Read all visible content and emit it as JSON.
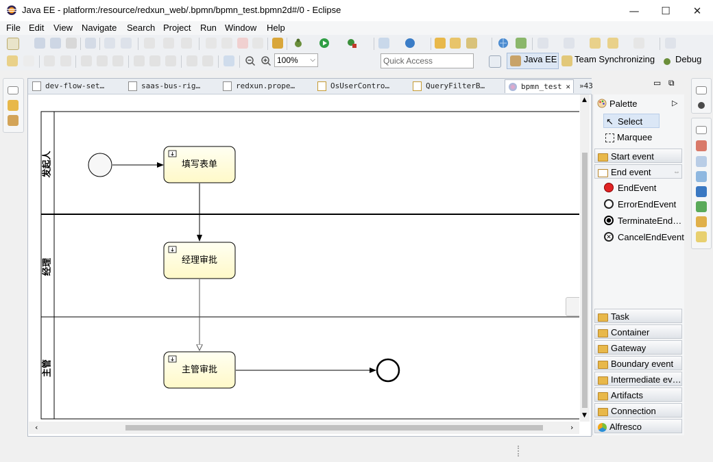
{
  "window": {
    "title": "Java EE - platform:/resource/redxun_web/.bpmn/bpmn_test.bpmn2d#/0 - Eclipse",
    "minimize": "—",
    "maximize": "☐",
    "close": "✕"
  },
  "menu": [
    "File",
    "Edit",
    "View",
    "Navigate",
    "Search",
    "Project",
    "Run",
    "Window",
    "Help"
  ],
  "toolbar": {
    "zoom_value": "100%",
    "quick_access_placeholder": "Quick Access"
  },
  "perspectives": [
    "Java EE",
    "Team Synchronizing",
    "Debug"
  ],
  "tabs": [
    {
      "label": "dev-flow-set…",
      "active": false
    },
    {
      "label": "saas-bus-rig…",
      "active": false
    },
    {
      "label": "redxun.prope…",
      "active": false
    },
    {
      "label": "OsUserContro…",
      "active": false
    },
    {
      "label": "QueryFilterB…",
      "active": false
    },
    {
      "label": "bpmn_test",
      "active": true
    }
  ],
  "tabs_overflow": "»43",
  "diagram": {
    "lanes": [
      "发起人",
      "经理",
      "主管"
    ],
    "tasks": [
      "填写表单",
      "经理审批",
      "主管审批"
    ]
  },
  "palette": {
    "title": "Palette",
    "tools": [
      "Select",
      "Marquee"
    ],
    "drawers_top": [
      "Start event",
      "End event"
    ],
    "end_events": [
      "EndEvent",
      "ErrorEndEvent",
      "TerminateEnd…",
      "CancelEndEvent"
    ],
    "drawers_bottom": [
      "Task",
      "Container",
      "Gateway",
      "Boundary event",
      "Intermediate ev…",
      "Artifacts",
      "Connection",
      "Alfresco"
    ]
  }
}
